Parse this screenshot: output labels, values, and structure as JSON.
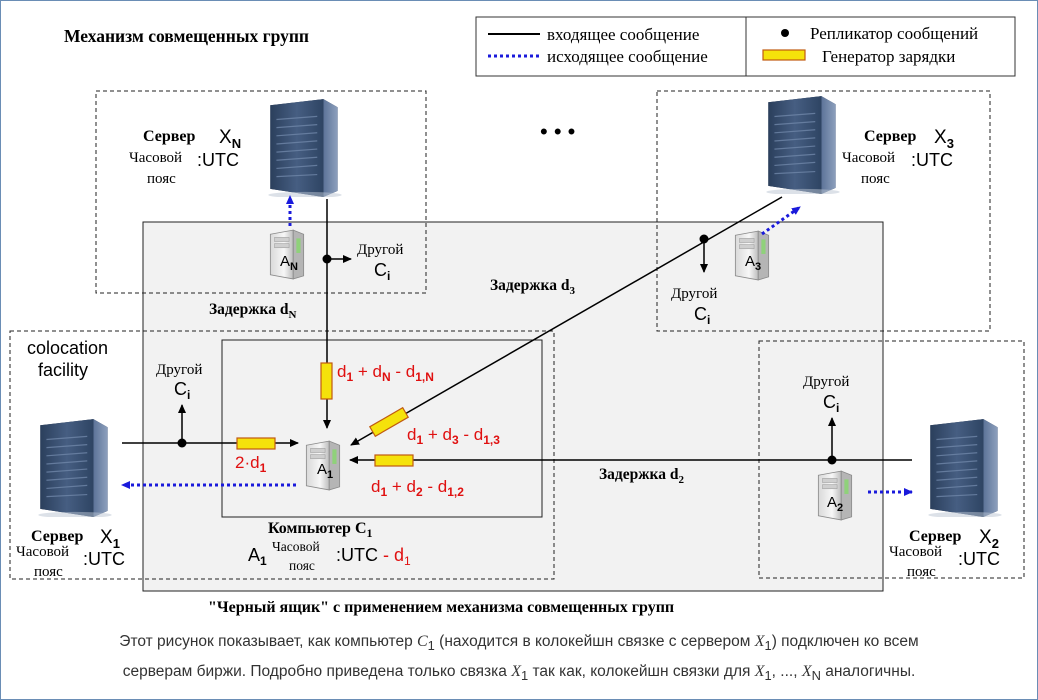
{
  "title": "Механизм совмещенных групп",
  "legend": {
    "incoming": "входящее сообщение",
    "outgoing": "исходящее сообщение",
    "replicator": "Репликатор сообщений",
    "generator": "Генератор зарядки"
  },
  "ellipsis": "• • •",
  "colors": {
    "border": "#6a8db5",
    "incoming_line": "#000000",
    "outgoing_line": "#1a1adb",
    "generator_fill": "#f5e20b",
    "generator_stroke": "#c05a10",
    "black_box_fill": "#f2f2f2",
    "red_text": "#e01010"
  },
  "icons": {
    "server": "server-tower-icon",
    "computer": "small-computer-icon"
  },
  "servers": {
    "xn": {
      "label": "Сервер",
      "name": "X",
      "sub": "N",
      "tz1": "Часовой",
      "tz2": "пояс",
      "tz_value": "UTC"
    },
    "x3": {
      "label": "Сервер",
      "name": "X",
      "sub": "3",
      "tz1": "Часовой",
      "tz2": "пояс",
      "tz_value": "UTC"
    },
    "x1": {
      "label": "Сервер",
      "name": "X",
      "sub": "1",
      "tz1": "Часовой",
      "tz2": "пояс",
      "tz_value": "UTC"
    },
    "x2": {
      "label": "Сервер",
      "name": "X",
      "sub": "2",
      "tz1": "Часовой",
      "tz2": "пояс",
      "tz_value": "UTC"
    }
  },
  "agents": {
    "an": {
      "name": "A",
      "sub": "N"
    },
    "a3": {
      "name": "A",
      "sub": "3"
    },
    "a1": {
      "name": "A",
      "sub": "1"
    },
    "a2": {
      "name": "A",
      "sub": "2"
    }
  },
  "other": {
    "line1": "Другой",
    "line2": "C",
    "sub": "i"
  },
  "delays": {
    "dn": {
      "label": "Задержка d",
      "sub": "N"
    },
    "d3": {
      "label": "Задержка d",
      "sub": "3"
    },
    "d2": {
      "label": "Задержка d",
      "sub": "2"
    }
  },
  "adjusted": {
    "n": {
      "text": "d",
      "s1": "1",
      "mid": " + d",
      "s2": "N",
      "tail": " - d",
      "s3": "1,N"
    },
    "three": {
      "text": "d",
      "s1": "1",
      "mid": " + d",
      "s2": "3",
      "tail": " - d",
      "s3": "1,3"
    },
    "two": {
      "text": "d",
      "s1": "1",
      "mid": " + d",
      "s2": "2",
      "tail": " - d",
      "s3": "1,2"
    },
    "one": {
      "text": "2·d",
      "s1": "1"
    }
  },
  "colocation": {
    "line1": "colocation",
    "line2": "facility"
  },
  "computer": {
    "label": "Компьютер C",
    "sub": "1",
    "agent": "A",
    "agent_sub": "1",
    "tz1": "Часовой",
    "tz2": "пояс",
    "tz_value": ":UTC",
    "tz_offset": " - d",
    "tz_offset_sub": "1"
  },
  "black_box_title": "\"Черный ящик\" с применением механизма совмещенных групп",
  "caption": {
    "line1_a": "Этот рисунок показывает, как компьютер ",
    "line1_c": "C",
    "line1_c_sub": "1",
    "line1_b": " (находится в колокейшн связке с сервером ",
    "line1_x": "X",
    "line1_x_sub": "1",
    "line1_end": ") подключен ко всем",
    "line2_a": "серверам биржи. Подробно приведена только связка ",
    "line2_x": "X",
    "line2_x_sub": "1",
    "line2_b": " так как, колокейшн связки для ",
    "line2_x1": "X",
    "line2_x1_sub": "1",
    "line2_dots": ", ..., ",
    "line2_xn": "X",
    "line2_xn_sub": "N",
    "line2_end": " аналогичны."
  }
}
